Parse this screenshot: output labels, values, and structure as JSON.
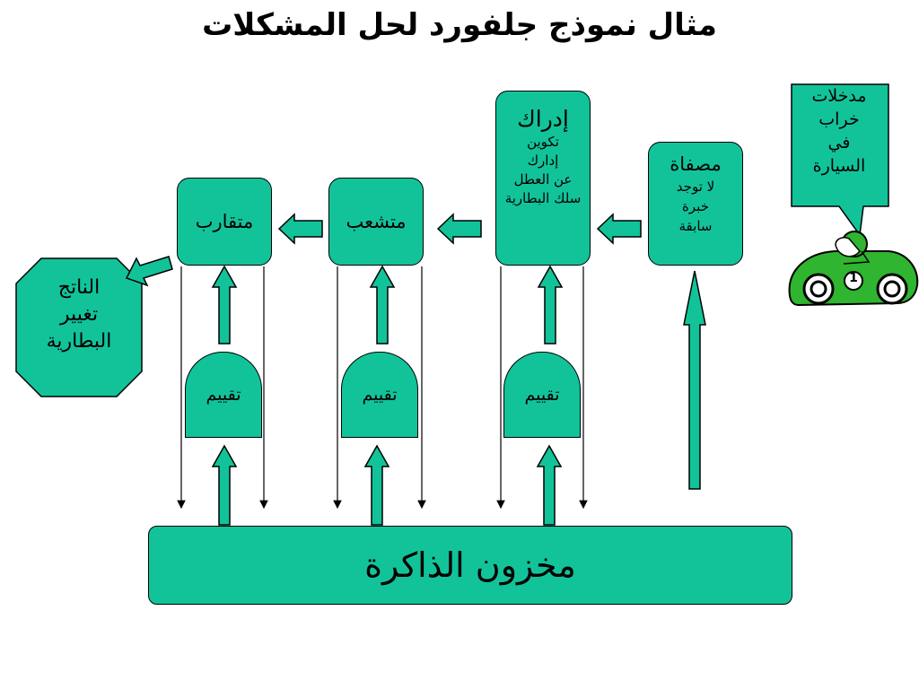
{
  "title": "مثال نموذج جلفورد لحل المشكلات",
  "stages": {
    "convergent": "متقارب",
    "divergent": "متشعب",
    "cognition": {
      "title": "إدراك",
      "lines": [
        "تكوين",
        "إدارك",
        "عن العطل",
        "سلك البطارية"
      ]
    },
    "filter": {
      "title": "مصفاة",
      "lines": [
        "لا توجد",
        "خبرة",
        "سابقة"
      ]
    }
  },
  "evaluation": [
    "تقييم",
    "تقييم",
    "تقييم"
  ],
  "memory": "مخزون الذاكرة",
  "output": {
    "lines": [
      "الناتج",
      "تغيير",
      "البطارية"
    ]
  },
  "input": {
    "lines": [
      "مدخلات",
      "خراب",
      "في",
      "السيارة"
    ]
  },
  "car_number": "1",
  "colors": {
    "fill": "#12c39a",
    "car": "#2fb52f",
    "stroke": "#000000"
  }
}
